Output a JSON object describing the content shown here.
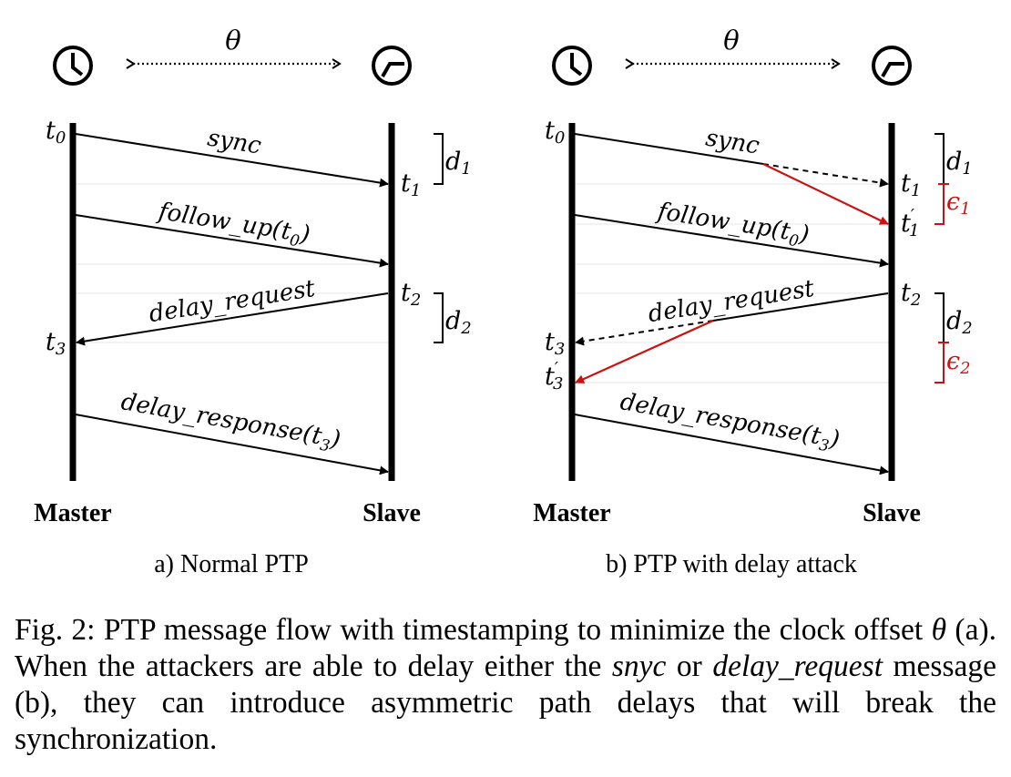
{
  "theta": "θ",
  "panels": [
    {
      "caption": "a) Normal PTP",
      "master": "Master",
      "slave": "Slave",
      "timestamps": {
        "t0": "0",
        "t1": "1",
        "t2": "2",
        "t3": "3"
      },
      "messages": [
        "sync",
        "follow_up(t",
        "0",
        ")",
        "delay_request",
        "delay_response(t",
        "3",
        ")"
      ],
      "delays": [
        "1",
        "2"
      ]
    },
    {
      "caption": "b) PTP with delay attack",
      "master": "Master",
      "slave": "Slave",
      "timestamps": {
        "t0": "0",
        "t1": "1",
        "t1p": "1",
        "t2": "2",
        "t3": "3",
        "t3p": "3"
      },
      "messages": [
        "sync",
        "follow_up(t",
        "0",
        ")",
        "delay_request",
        "delay_response(t",
        "3",
        ")"
      ],
      "delays": [
        "1",
        "2"
      ],
      "errors": [
        "1",
        "2"
      ]
    }
  ],
  "caption": {
    "prefix": "Fig. 2: PTP message flow with timestamping to minimize the clock offset ",
    "theta": "θ",
    "mid1": " (a). When the attackers are able to delay either the ",
    "snyc": "snyc",
    "mid2": " or ",
    "delay_request": "delay_request",
    "suffix": " message (b), they can introduce asymmetric path delays that will break the synchronization."
  },
  "colors": {
    "attack": "#cc1111",
    "ink": "#000000"
  }
}
